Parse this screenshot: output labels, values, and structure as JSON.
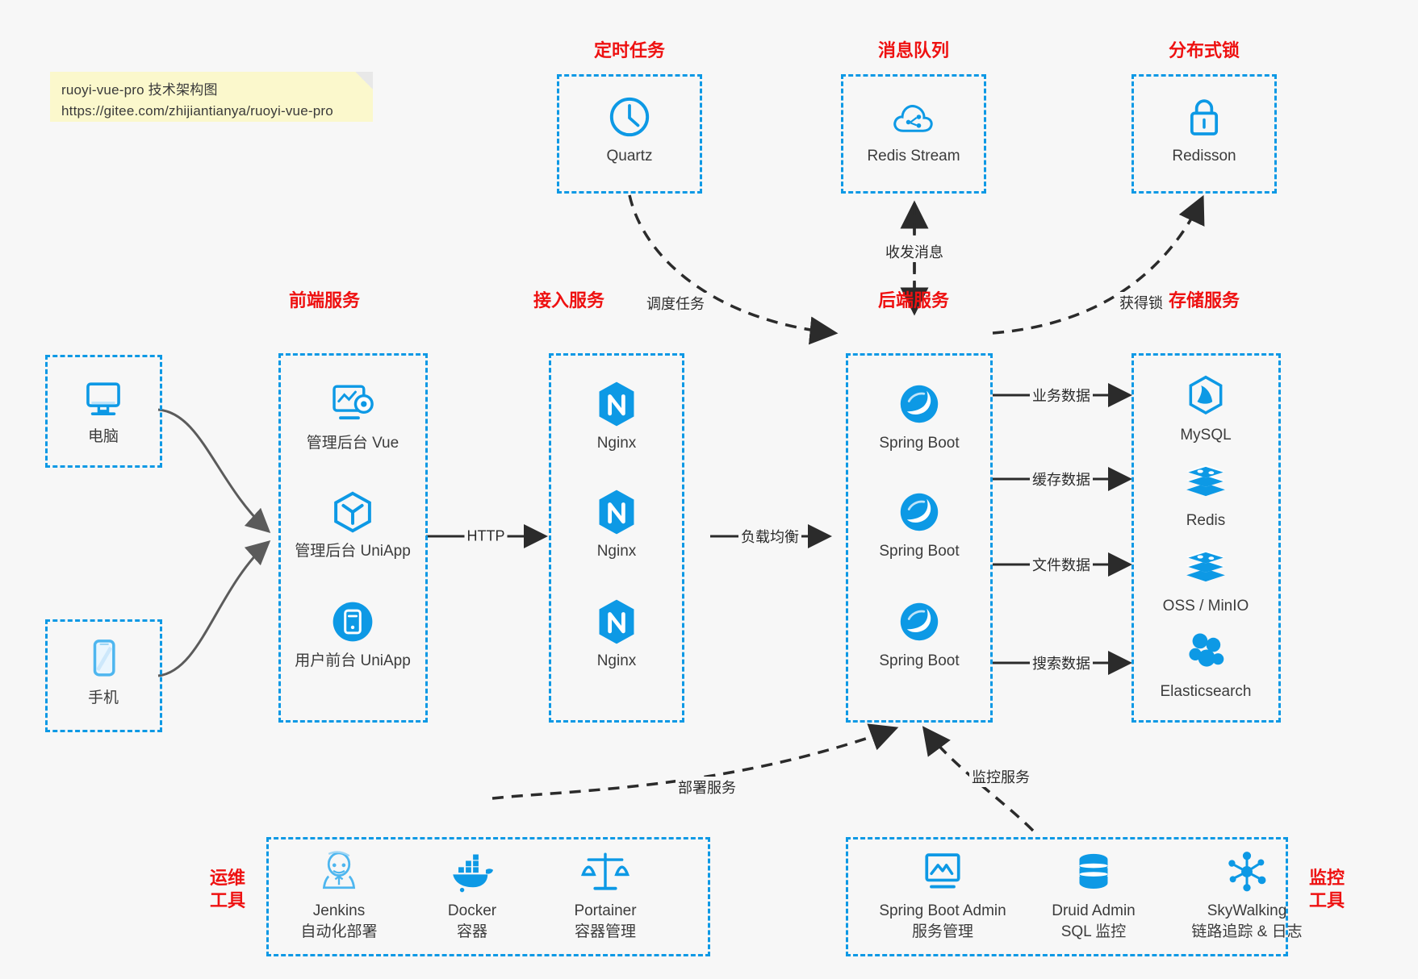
{
  "note": {
    "line1": "ruoyi-vue-pro 技术架构图",
    "line2": "https://gitee.com/zhijiantianya/ruoyi-vue-pro"
  },
  "colors": {
    "accent_blue": "#0d99e5",
    "title_red": "#ee1111",
    "background": "#f7f7f7",
    "edge_gray": "#555555",
    "text": "#3c3c3c"
  },
  "sections": {
    "scheduled_task": "定时任务",
    "message_queue": "消息队列",
    "distributed_lock": "分布式锁",
    "frontend_service": "前端服务",
    "gateway_service": "接入服务",
    "backend_service": "后端服务",
    "storage_service": "存储服务",
    "ops_tools": "运维\n工具",
    "ops_tools_l1": "运维",
    "ops_tools_l2": "工具",
    "monitor_tools_l1": "监控",
    "monitor_tools_l2": "工具"
  },
  "nodes": {
    "quartz": {
      "label": "Quartz",
      "icon": "clock-icon"
    },
    "redis_stream": {
      "label": "Redis Stream",
      "icon": "cloud-stream-icon"
    },
    "redisson": {
      "label": "Redisson",
      "icon": "lock-icon"
    },
    "pc": {
      "label": "电脑",
      "icon": "desktop-icon"
    },
    "phone": {
      "label": "手机",
      "icon": "mobile-icon"
    },
    "admin_vue": {
      "label": "管理后台 Vue",
      "icon": "dashboard-icon"
    },
    "admin_uniapp": {
      "label": "管理后台 UniApp",
      "icon": "cube-icon"
    },
    "user_uniapp": {
      "label": "用户前台 UniApp",
      "icon": "app-icon"
    },
    "nginx1": {
      "label": "Nginx",
      "icon": "nginx-icon"
    },
    "nginx2": {
      "label": "Nginx",
      "icon": "nginx-icon"
    },
    "nginx3": {
      "label": "Nginx",
      "icon": "nginx-icon"
    },
    "springboot1": {
      "label": "Spring Boot",
      "icon": "spring-icon"
    },
    "springboot2": {
      "label": "Spring Boot",
      "icon": "spring-icon"
    },
    "springboot3": {
      "label": "Spring Boot",
      "icon": "spring-icon"
    },
    "mysql": {
      "label": "MySQL",
      "icon": "mysql-icon"
    },
    "redis": {
      "label": "Redis",
      "icon": "redis-icon"
    },
    "oss": {
      "label": "OSS / MinIO",
      "icon": "layers-icon"
    },
    "elasticsearch": {
      "label": "Elasticsearch",
      "icon": "elasticsearch-icon"
    },
    "jenkins": {
      "label": "Jenkins",
      "sub": "自动化部署",
      "icon": "jenkins-icon"
    },
    "docker": {
      "label": "Docker",
      "sub": "容器",
      "icon": "docker-icon"
    },
    "portainer": {
      "label": "Portainer",
      "sub": "容器管理",
      "icon": "scales-icon"
    },
    "sba": {
      "label": "Spring Boot Admin",
      "sub": "服务管理",
      "icon": "monitor-chart-icon"
    },
    "druid": {
      "label": "Druid Admin",
      "sub": "SQL 监控",
      "icon": "database-icon"
    },
    "skywalking": {
      "label": "SkyWalking",
      "sub": "链路追踪 & 日志",
      "icon": "network-icon"
    }
  },
  "edges": {
    "schedule_task": "调度任务",
    "send_receive_msg": "收发消息",
    "acquire_lock": "获得锁",
    "http": "HTTP",
    "load_balance": "负载均衡",
    "business_data": "业务数据",
    "cache_data": "缓存数据",
    "file_data": "文件数据",
    "search_data": "搜索数据",
    "deploy_service": "部署服务",
    "monitor_service": "监控服务"
  }
}
